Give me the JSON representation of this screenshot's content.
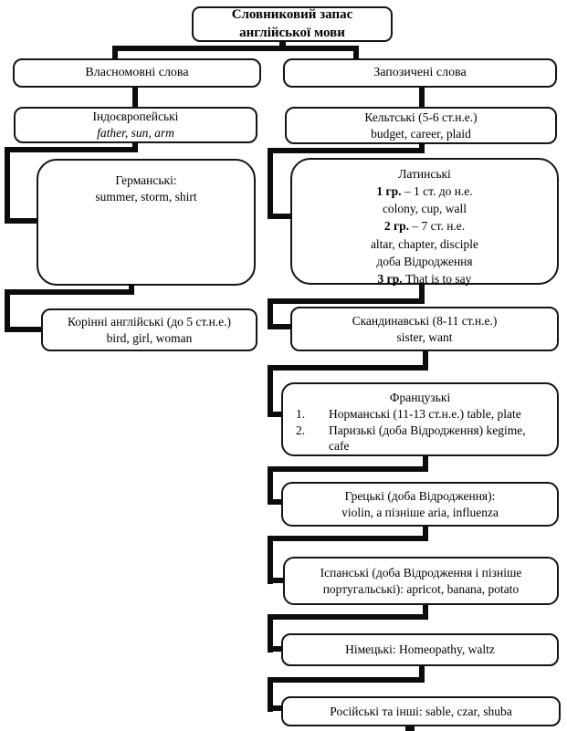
{
  "root": {
    "line1": "Словниковий запас",
    "line2": "англійської мови"
  },
  "left": {
    "header": "Власномовні слова",
    "indo_title": "Індоєвропейські",
    "indo_examples": "father, sun, arm",
    "germanic_title": "Германські:",
    "germanic_examples": "summer, storm, shirt",
    "native_title": "Корінні англійські (до 5 ст.н.е.)",
    "native_examples": "bird, girl, woman"
  },
  "right": {
    "header": "Запозичені слова",
    "celtic_title": "Кельтські (5-6 ст.н.е.)",
    "celtic_examples": "budget, career, plaid",
    "latin_title": "Латинські",
    "latin_g1_label": "1 гр.",
    "latin_g1_rest": " – 1 ст. до н.е.",
    "latin_g1_examples": "colony, cup, wall",
    "latin_g2_label": "2 гр.",
    "latin_g2_rest": " – 7 ст. н.е.",
    "latin_g2_examples": "altar, chapter, disciple",
    "latin_g2_note": "доба Відродження",
    "latin_g3_label": "3 гр.",
    "latin_g3_rest": " That is to say",
    "scand_title": "Скандинавські (8-11 ст.н.е.)",
    "scand_examples": "sister, want",
    "french_title": "Французькі",
    "french_item1_num": "1.",
    "french_item1_text": "Норманські (11-13 ст.н.е.) table, plate",
    "french_item2_num": "2.",
    "french_item2_text": "Паризькі (доба Відродження) kegime, cafe",
    "greek_title": "Грецькі (доба Відродження):",
    "greek_examples": "violin, а пізніше aria, influenza",
    "spanish_line1": "Іспанські (доба Відродження і пізніше",
    "spanish_line2": "португальські): apricot, banana, potato",
    "german_text": "Німецькі: Homeopathy, waltz",
    "russian_text": "Російські та інші: sable, czar, shuba"
  }
}
